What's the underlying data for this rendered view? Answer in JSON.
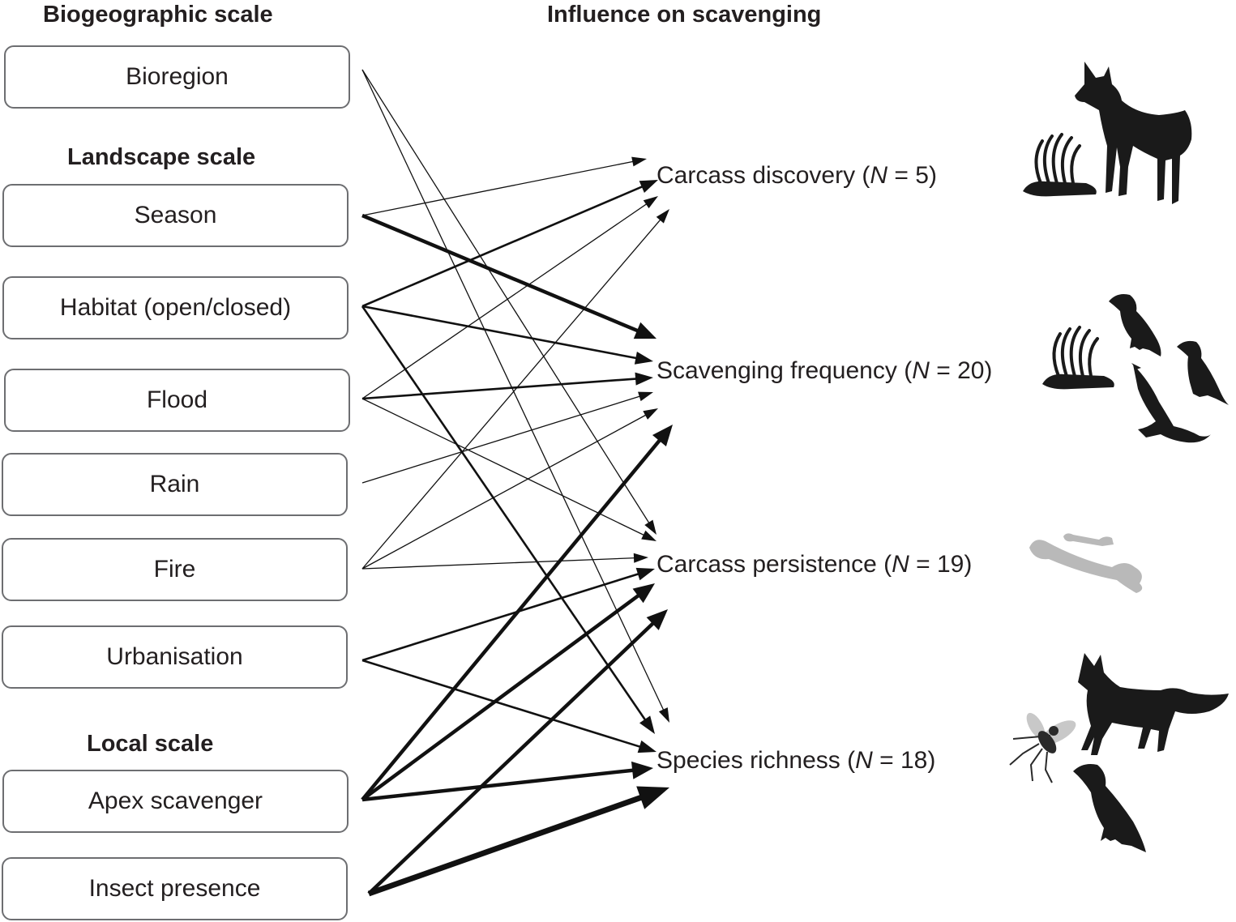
{
  "headings": {
    "biogeographic": "Biogeographic scale",
    "influence": "Influence on scavenging",
    "landscape": "Landscape scale",
    "local": "Local scale"
  },
  "factors": {
    "bioregion": "Bioregion",
    "season": "Season",
    "habitat": "Habitat (open/closed)",
    "flood": "Flood",
    "rain": "Rain",
    "fire": "Fire",
    "urbanisation": "Urbanisation",
    "apex": "Apex scavenger",
    "insect": "Insect presence"
  },
  "outcomes": {
    "discovery": {
      "label": "Carcass discovery (",
      "n_symbol": "N",
      "n_value": " = 5)"
    },
    "frequency": {
      "label": "Scavenging frequency (",
      "n_symbol": "N",
      "n_value": " = 20)"
    },
    "persistence": {
      "label": "Carcass persistence (",
      "n_symbol": "N",
      "n_value": " = 19)"
    },
    "richness": {
      "label": "Species richness (",
      "n_symbol": "N",
      "n_value": " = 18)"
    }
  },
  "links": [
    {
      "from": "bioregion",
      "to": "persistence",
      "weight": "thin"
    },
    {
      "from": "bioregion",
      "to": "richness",
      "weight": "thin"
    },
    {
      "from": "season",
      "to": "discovery",
      "weight": "thin"
    },
    {
      "from": "season",
      "to": "frequency",
      "weight": "thick"
    },
    {
      "from": "habitat",
      "to": "discovery",
      "weight": "medium"
    },
    {
      "from": "habitat",
      "to": "frequency",
      "weight": "medium"
    },
    {
      "from": "habitat",
      "to": "richness",
      "weight": "medium"
    },
    {
      "from": "flood",
      "to": "discovery",
      "weight": "thin"
    },
    {
      "from": "flood",
      "to": "frequency",
      "weight": "medium"
    },
    {
      "from": "flood",
      "to": "persistence",
      "weight": "thin"
    },
    {
      "from": "rain",
      "to": "frequency",
      "weight": "thin"
    },
    {
      "from": "fire",
      "to": "discovery",
      "weight": "thin"
    },
    {
      "from": "fire",
      "to": "frequency",
      "weight": "thin"
    },
    {
      "from": "fire",
      "to": "persistence",
      "weight": "thin"
    },
    {
      "from": "urbanisation",
      "to": "persistence",
      "weight": "medium"
    },
    {
      "from": "urbanisation",
      "to": "richness",
      "weight": "medium"
    },
    {
      "from": "apex",
      "to": "frequency",
      "weight": "thick"
    },
    {
      "from": "apex",
      "to": "persistence",
      "weight": "thick"
    },
    {
      "from": "apex",
      "to": "richness",
      "weight": "thick"
    },
    {
      "from": "insect",
      "to": "persistence",
      "weight": "thick"
    },
    {
      "from": "insect",
      "to": "richness",
      "weight": "xthick"
    }
  ],
  "silhouettes": {
    "discovery": [
      "carcass-ribs-icon",
      "dingo-icon"
    ],
    "frequency": [
      "carcass-ribs-icon",
      "raven-icon",
      "raven-icon",
      "eagle-icon"
    ],
    "persistence": [
      "bones-icon"
    ],
    "richness": [
      "fly-icon",
      "fox-icon",
      "raven-icon"
    ]
  },
  "colors": {
    "text": "#231f20",
    "box_border": "#6d6e71",
    "arrow": "#111111",
    "silhouette": "#1a1a1a",
    "bones": "#b9b9b9"
  }
}
